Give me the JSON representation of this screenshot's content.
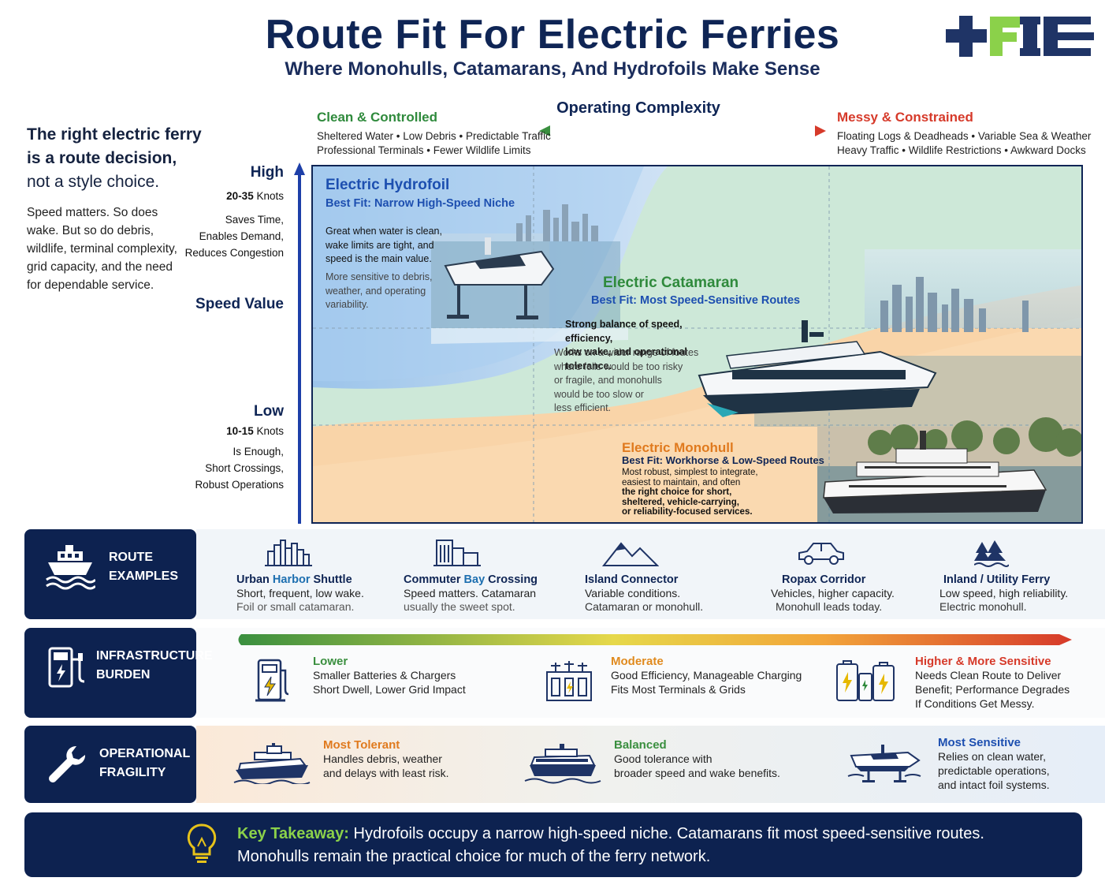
{
  "header": {
    "title": "Route Fit For Electric Ferries",
    "subtitle": "Where Monohulls, Catamarans, And Hydrofoils Make Sense"
  },
  "intro": {
    "headline_line1": "The right electric ferry",
    "headline_line2": "is a route decision,",
    "headline_line3": "not a style choice.",
    "body": "Speed matters. So does wake. But so do debris, wildlife, terminal complexity, grid capacity, and the need for dependable service."
  },
  "y_axis": {
    "high_label": "High",
    "high_knots_num": "20-35",
    "high_knots_unit": "Knots",
    "high_benefits": [
      "Saves Time,",
      "Enables Demand,",
      "Reduces Congestion"
    ],
    "axis_title": "Speed Value",
    "low_label": "Low",
    "low_knots_num": "10-15",
    "low_knots_unit": "Knots",
    "low_benefits": [
      "Is Enough,",
      "Short Crossings,",
      "Robust Operations"
    ]
  },
  "x_axis": {
    "title": "Operating Complexity",
    "left_title": "Clean & Controlled",
    "left_line1": "Sheltered Water • Low Debris • Predictable Traffic",
    "left_line2": "Professional Terminals • Fewer Wildlife Limits",
    "right_title": "Messy & Constrained",
    "right_line1": "Floating Logs & Deadheads • Variable Sea & Weather",
    "right_line2": "Heavy Traffic • Wildlife Restrictions • Awkward Docks"
  },
  "zones": {
    "hydrofoil": {
      "title": "Electric Hydrofoil",
      "subtitle": "Best Fit: Narrow High-Speed Niche",
      "text": [
        "Great when water is clean,",
        "wake limits are tight, and",
        "speed is the main value."
      ],
      "text_gray": [
        "More sensitive to debris,",
        "weather, and operating",
        "variability."
      ]
    },
    "catamaran": {
      "title": "Electric Catamaran",
      "subtitle": "Best Fit: Most Speed-Sensitive Routes",
      "text": [
        "Strong balance of speed, efficiency,",
        "low wake, and operational tolerance."
      ],
      "text_gray": [
        "Works on a wider range of foutes",
        "where foils would be too risky",
        "or fragile, and monohulls",
        "would be too slow or",
        "less efficient."
      ]
    },
    "monohull": {
      "title": "Electric Monohull",
      "subtitle": "Best Fit: Workhorse & Low-Speed Routes",
      "text": [
        "Most robust, simplest to integrate,",
        "easiest to maintain, and often"
      ],
      "text_bold": [
        "the right choice for short,",
        "sheltered, vehicle-carrying,",
        "or reliability-focused services."
      ]
    }
  },
  "route_examples": {
    "label_line1": "ROUTE",
    "label_line2": "EXAMPLES",
    "items": [
      {
        "title_a": "Urban ",
        "title_b": "Harbor",
        "title_c": " Shuttle",
        "line1": "Short, frequent, low wake.",
        "line2": "Foil or small catamaran.",
        "icon": "city-skyline-icon"
      },
      {
        "title_a": "Commuter ",
        "title_b": "Bay",
        "title_c": " Crossing",
        "line1": "Speed matters. Catamaran",
        "line2": "usually the sweet spot.",
        "icon": "office-buildings-icon"
      },
      {
        "title_a": "Island Connector",
        "title_b": "",
        "title_c": "",
        "line1": "Variable conditions.",
        "line2": "Catamaran or monohull.",
        "icon": "mountains-icon"
      },
      {
        "title_a": "Ropax Corridor",
        "title_b": "",
        "title_c": "",
        "line1": "Vehicles, higher capacity.",
        "line2": "Monohull leads today.",
        "icon": "car-icon"
      },
      {
        "title_a": "Inland / Utility Ferry",
        "title_b": "",
        "title_c": "",
        "line1": "Low speed, high reliability.",
        "line2": "Electric monohull.",
        "icon": "pine-trees-icon"
      }
    ]
  },
  "infrastructure": {
    "label_line1": "INFRASTRUCTURE",
    "label_line2": "BURDEN",
    "items": [
      {
        "title": "Lower",
        "color": "#3a8f3f",
        "lines": [
          "Smaller Batteries & Chargers",
          "Short Dwell, Lower Grid Impact"
        ],
        "icon": "charging-station-icon"
      },
      {
        "title": "Moderate",
        "color": "#e08a1e",
        "lines": [
          "Good Efficiency, Manageable Charging",
          "Fits Most Terminals & Grids"
        ],
        "icon": "substation-icon"
      },
      {
        "title": "Higher & More Sensitive",
        "color": "#d63a2a",
        "lines": [
          "Needs Clean Route to Deliver",
          "Benefit; Performance Degrades",
          "If Conditions Get Messy."
        ],
        "icon": "battery-bank-icon"
      }
    ]
  },
  "fragility": {
    "label_line1": "OPERATIONAL",
    "label_line2": "FRAGILITY",
    "items": [
      {
        "title": "Most Tolerant",
        "color": "#e07a1e",
        "lines": [
          "Handles debris, weather",
          "and delays with least risk."
        ],
        "icon": "monohull-icon"
      },
      {
        "title": "Balanced",
        "color": "#3a8f3f",
        "lines": [
          "Good tolerance with",
          "broader speed and wake benefits."
        ],
        "icon": "catamaran-icon"
      },
      {
        "title": "Most Sensitive",
        "color": "#1d4fb0",
        "lines": [
          "Relies on clean water,",
          "predictable operations,",
          "and intact foil systems."
        ],
        "icon": "hydrofoil-icon"
      }
    ]
  },
  "takeaway": {
    "key": "Key Takeaway:",
    "line1": "Hydrofoils occupy a narrow high-speed niche. Catamarans fit most speed-sensitive routes.",
    "line2": "Monohulls remain the practical choice for much of the ferry network."
  },
  "colors": {
    "navy": "#0d2250",
    "hydrofoil_blue": "#1d4fb0",
    "catamaran_green": "#2f8a3c",
    "monohull_orange": "#e07a1e",
    "messy_red": "#d63a2a"
  }
}
